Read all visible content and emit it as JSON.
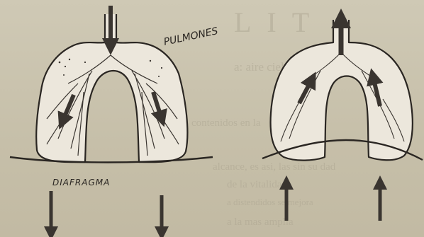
{
  "labels": {
    "lungs": "PULMONES",
    "diaphragm": "DIAFRAGMA"
  },
  "background_text": {
    "line_1": "LIT",
    "line_2": "a: aire ciel cuerpo en lo",
    "line_3": "contenidos en la",
    "line_4": "alcance, es asi, las sin su dad",
    "line_5": "de la vitalidad",
    "line_6": "a distendidos se mejora",
    "line_7": "a la mas amplia"
  },
  "colors": {
    "paper": "#cfc9b5",
    "ink": "#2a2622",
    "lung_fill": "#ece7dc"
  },
  "panels": [
    {
      "name": "inhalation",
      "airflow": "in",
      "diaphragm_motion": "down"
    },
    {
      "name": "exhalation",
      "airflow": "out",
      "diaphragm_motion": "up"
    }
  ]
}
